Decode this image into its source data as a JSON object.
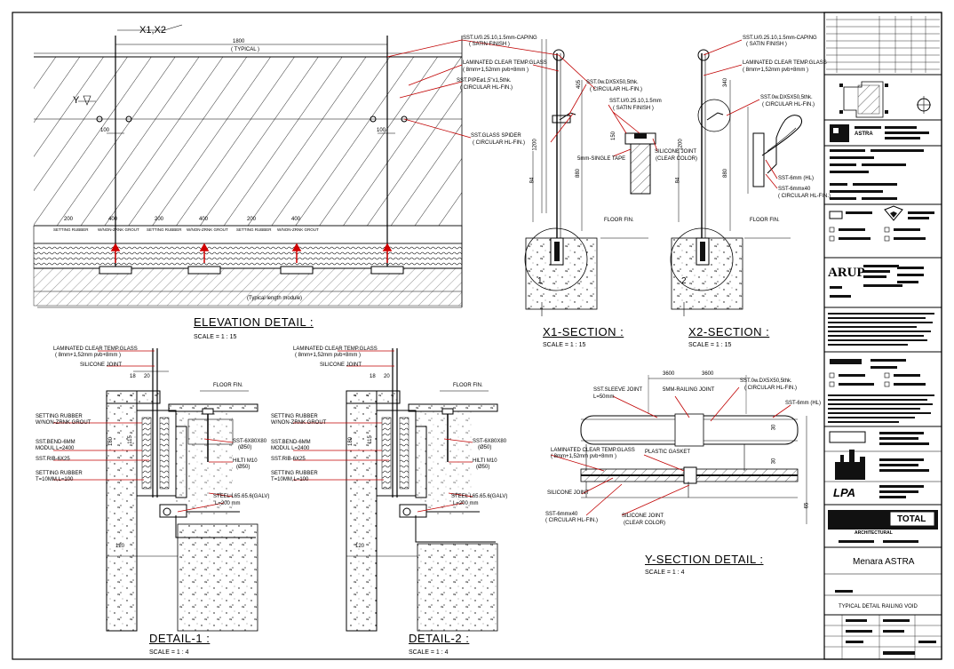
{
  "drawing": {
    "gridline_label": "X1,X2",
    "gridline_y": "Y",
    "elevation": {
      "title": "ELEVATION DETAIL :",
      "scale": "SCALE = 1 : 15",
      "top_dim": "1800",
      "typical": "( TYPICAL )",
      "dim_100": "100",
      "bottom_note": "(Typical length module)",
      "bottom_dims": [
        "200",
        "400",
        "200",
        "400",
        "200",
        "400"
      ],
      "labels_rubber": [
        "SETTING RUBBER",
        "W/NON-ZRNK GROUT",
        "SETTING RUBBER",
        "W/NON-ZRNK GROUT",
        "SETTING RUBBER",
        "W/NON-ZRNK GROUT"
      ]
    },
    "x1_section": {
      "title": "X1-SECTION :",
      "scale": "SCALE = 1 : 15",
      "callouts": [
        "SST.U/0.25.10,1.5mm-CAPING",
        "( SATIN FINISH )",
        "LAMINATED CLEAR TEMP.GLASS",
        "( 8mm+1,52mm pvb+8mm )",
        "SST.PIPEø1,5\"x1,5thk.",
        "( CIRCULAR HL-FIN.)",
        "SST.GLASS SPIDER",
        "( CIRCULAR HL-FIN.)",
        "SST.0w.DX5X50,5thk.",
        "( CIRCULAR HL-FIN.)",
        "SST.U/0.25.10,1.5mm",
        "( SATIN FINISH )",
        "SILICONE JOINT",
        "(CLEAR COLOR)",
        "5mm-SINGLE TAPE",
        "FLOOR FIN."
      ],
      "dims": [
        "405",
        "1200",
        "150",
        "880",
        "84"
      ],
      "marker": "1"
    },
    "x2_section": {
      "title": "X2-SECTION :",
      "scale": "SCALE = 1 : 15",
      "callouts": [
        "SST.U/0.25.10,1.5mm-CAPING",
        "( SATIN FINISH )",
        "LAMINATED CLEAR TEMP.GLASS",
        "( 8mm+1,52mm pvb+8mm )",
        "SST.0w.DX5X50,5thk.",
        "( CIRCULAR HL-FIN.)",
        "SST-6mm (HL)",
        "SST-6mmx40",
        "( CIRCULAR HL-FIN.)",
        "FLOOR FIN."
      ],
      "dims": [
        "340",
        "1200",
        "880",
        "84"
      ],
      "marker": "2"
    },
    "detail1": {
      "title": "DETAIL-1 :",
      "scale": "SCALE = 1 : 4",
      "callouts": [
        "LAMINATED CLEAR TEMP.GLASS",
        "( 8mm+1,52mm pvb+8mm )",
        "SILICONE JOINT",
        "FLOOR FIN.",
        "SETTING RUBBER",
        "W/NON-ZRNK GROUT",
        "SST.BEND-6MM",
        "MODUL L=2400",
        "SST.RIB-6X25",
        "SETTING RUBBER",
        "T=10MM,L=100",
        "SST-6X80X80",
        "(Ø50)",
        "HILTI M10",
        "(Ø50)",
        "STEEL L65.65.6(GALV)",
        "L=200 mm"
      ],
      "dims": [
        "18",
        "20",
        "115",
        "180",
        "120"
      ]
    },
    "detail2": {
      "title": "DETAIL-2 :",
      "scale": "SCALE = 1 : 4",
      "callouts": [
        "LAMINATED CLEAR TEMP.GLASS",
        "( 8mm+1,52mm pvb+8mm )",
        "SILICONE JOINT",
        "FLOOR FIN.",
        "SETTING RUBBER",
        "W/NON-ZRNK GROUT",
        "SST.BEND-6MM",
        "MODUL L=2400",
        "SST.RIB-6X25",
        "SETTING RUBBER",
        "T=10MM,L=100",
        "SST-6X80X80",
        "(Ø50)",
        "HILTI M10",
        "(Ø50)",
        "STEEL L65.65.6(GALV)",
        "L=200 mm"
      ],
      "dims": [
        "18",
        "20",
        "115",
        "180",
        "120"
      ]
    },
    "y_section": {
      "title": "Y-SECTION DETAIL :",
      "scale": "SCALE = 1 : 4",
      "top_dims": [
        "3600",
        "3600"
      ],
      "callouts": [
        "SST.SLEEVE JOINT",
        "L=50mm",
        "5MM-RAILING JOINT",
        "SST.0w.DX5X50,5thk.",
        "( CIRCULAR HL-FIN.)",
        "SST-6mm (HL)",
        "LAMINATED CLEAR TEMP.GLASS",
        "( 8mm+1,52mm pvb+8mm )",
        "PLASTIC GASKET",
        "SILICONE JOINT",
        "SST-6mmx40",
        "( CIRCULAR HL-FIN.)",
        "SILICONE JOINT",
        "(CLEAR COLOR)"
      ],
      "dims": [
        "30",
        "30",
        "65"
      ]
    }
  },
  "title_block": {
    "client_brand": "ASTRA",
    "consultant": "ARUP",
    "contractor": "TOTAL",
    "project": "Menara ASTRA",
    "sheet_title": "TYPICAL DETAIL RAILING VOID",
    "architect": "LPA",
    "section_label": "ARCHITECTURAL"
  },
  "colors": {
    "ink": "#000000",
    "annotation": "#c00000",
    "paper": "#ffffff"
  }
}
